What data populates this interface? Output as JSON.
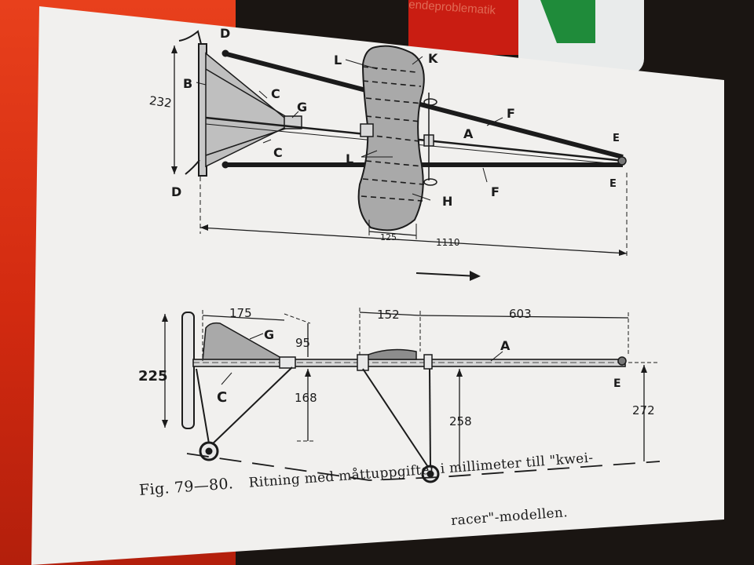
{
  "background": {
    "book_text": "endeproblematik",
    "colors": {
      "red_cover": "#d22a10",
      "paper": "#f1f0ee",
      "ink": "#1b1b1b",
      "green": "#1f8b3a"
    }
  },
  "plan_view": {
    "labels": {
      "D_top": "D",
      "D_bottom": "D",
      "B": "B",
      "C_top": "C",
      "C_bottom": "C",
      "G": "G",
      "L_top": "L",
      "L_bottom": "L",
      "K": "K",
      "A": "A",
      "F_top": "F",
      "F_bottom": "F",
      "E_top": "E",
      "E_bottom": "E",
      "H": "H"
    },
    "dimensions": {
      "span": "232",
      "chord": "125",
      "length": "1110"
    }
  },
  "side_view": {
    "labels": {
      "G": "G",
      "A": "A",
      "C": "C",
      "E": "E"
    },
    "dimensions": {
      "tail_length": "175",
      "fin_height": "95",
      "tail_span": "225",
      "rear_gear": "168",
      "wing_chord": "152",
      "nose_distance": "603",
      "main_gear": "258",
      "nose_height": "272"
    }
  },
  "caption": {
    "fig": "Fig. 79—80.",
    "line1": "Ritning med måttuppgifter i millimeter till \"kwei-",
    "line2": "racer\"-modellen."
  }
}
